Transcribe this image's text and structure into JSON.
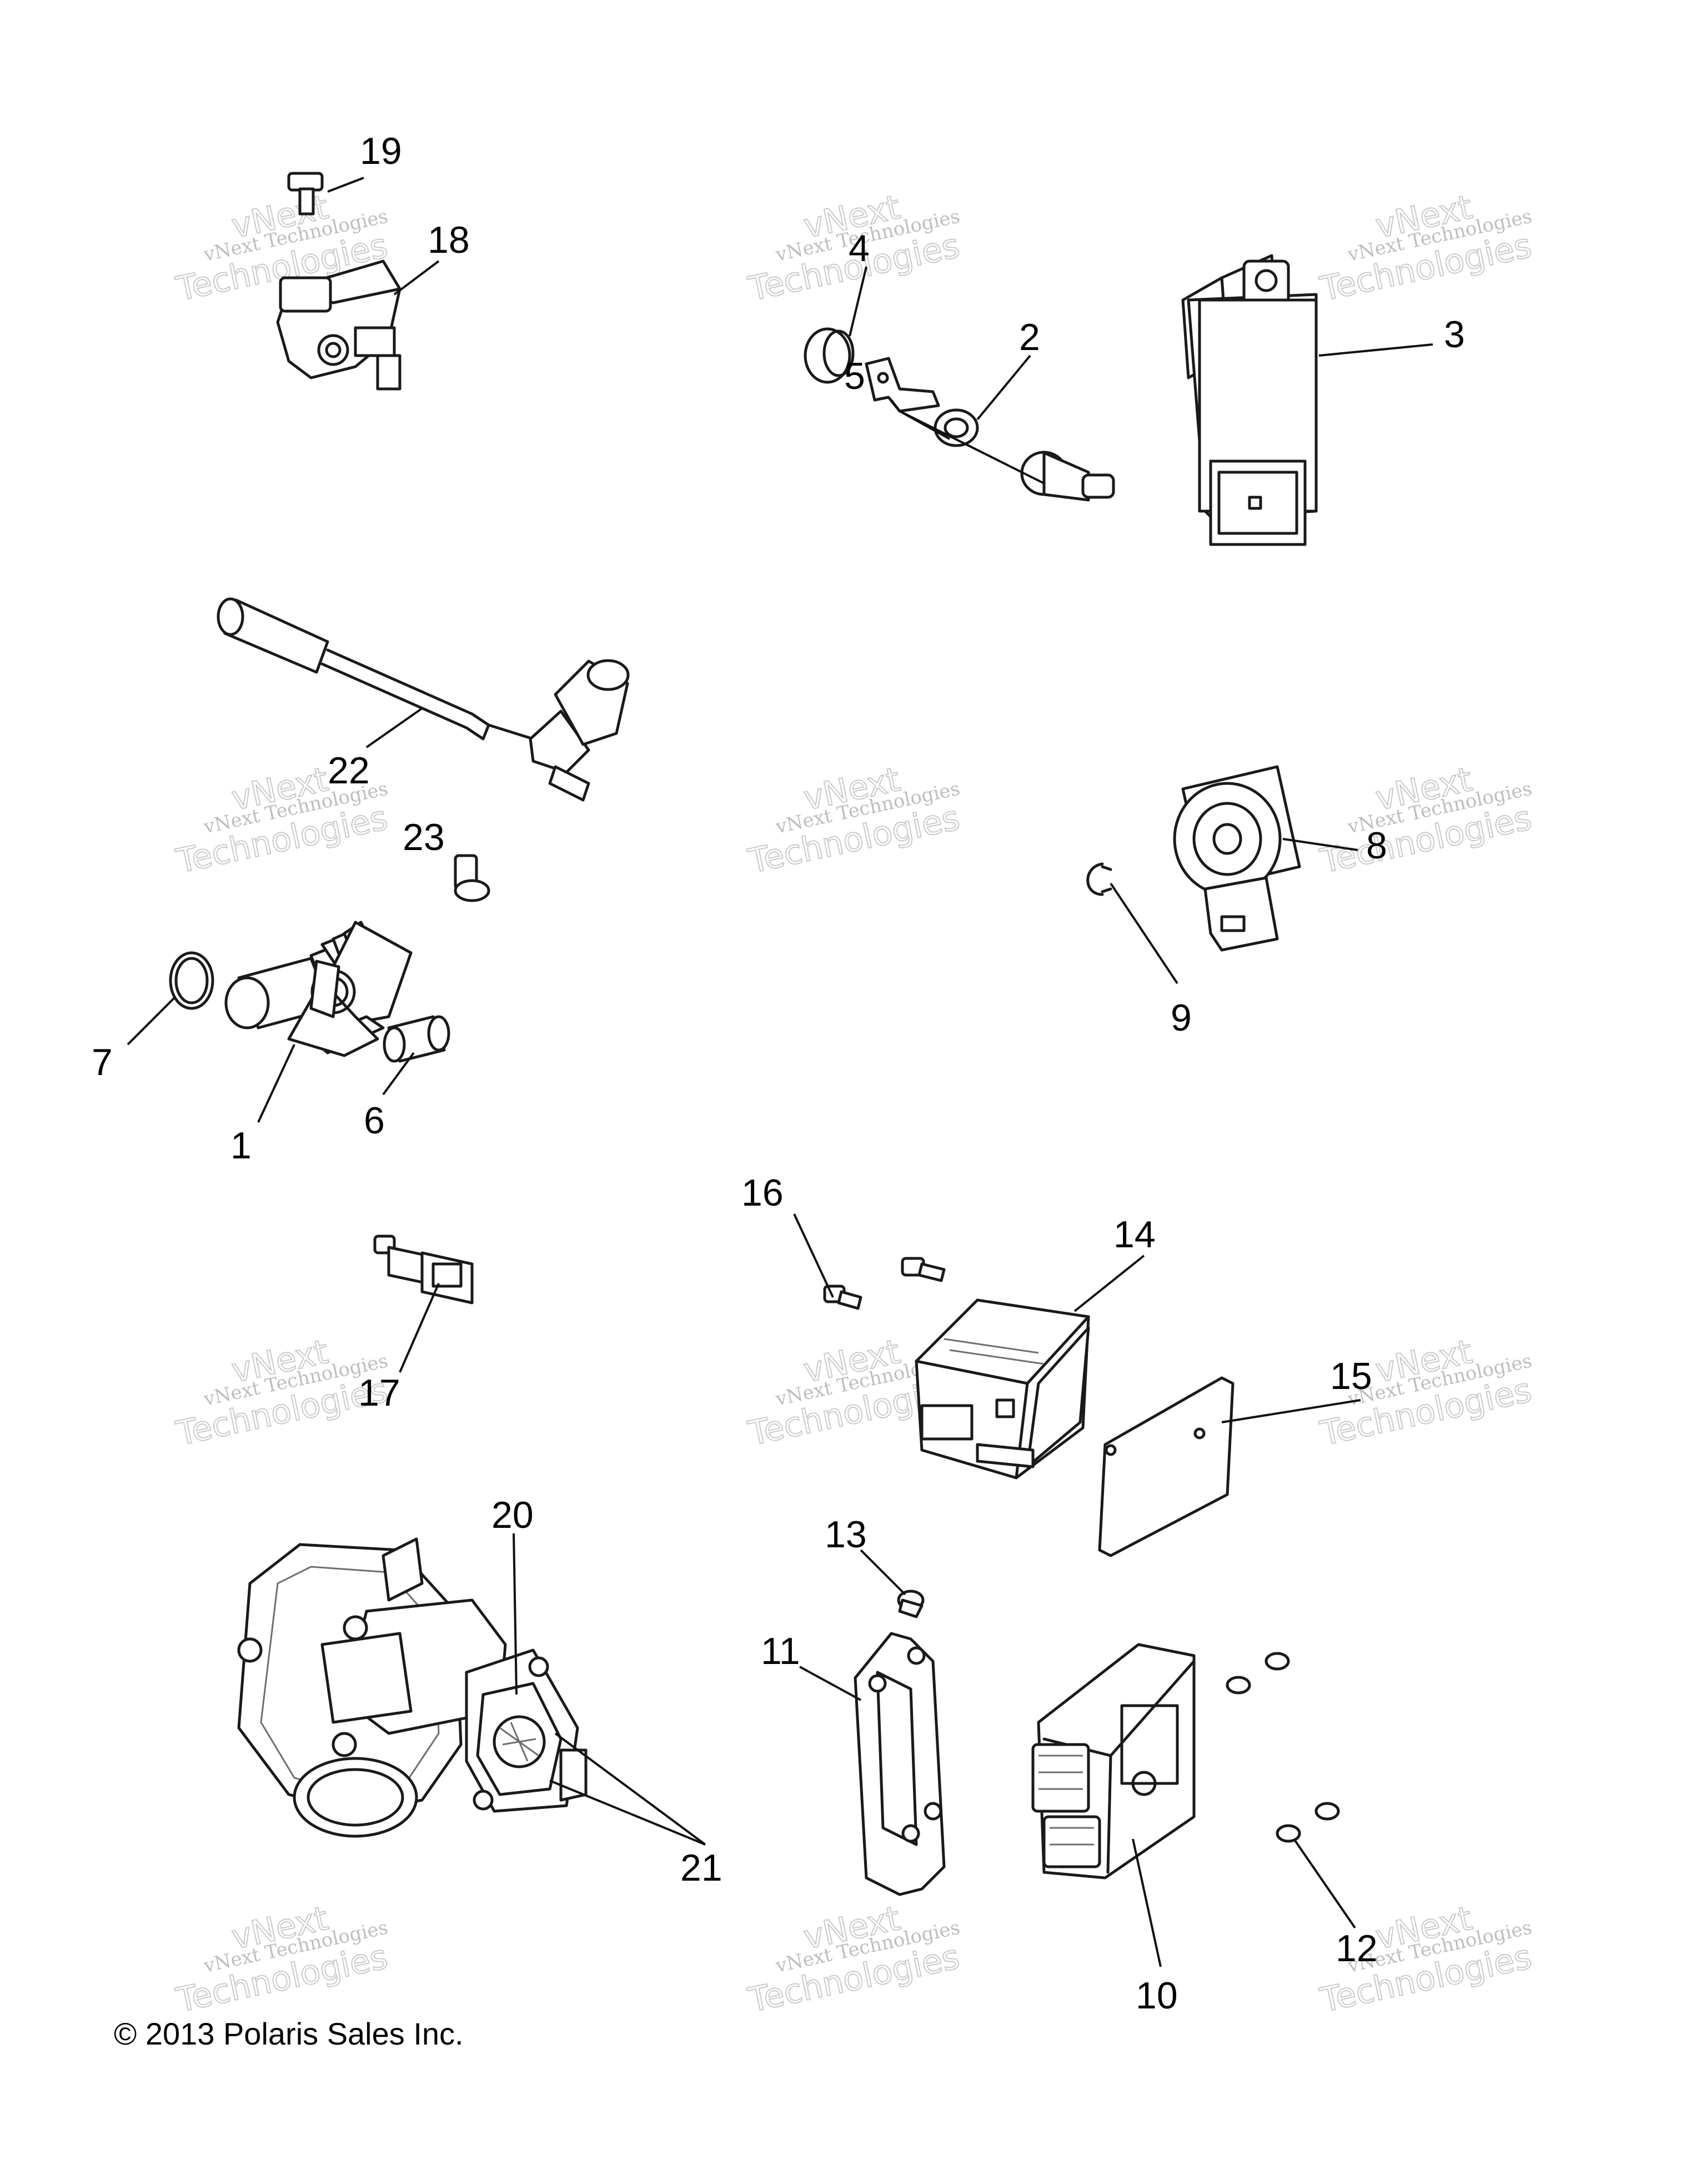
{
  "callouts": [
    {
      "id": "1",
      "text": "1"
    },
    {
      "id": "2",
      "text": "2"
    },
    {
      "id": "3",
      "text": "3"
    },
    {
      "id": "4",
      "text": "4"
    },
    {
      "id": "5",
      "text": "5"
    },
    {
      "id": "6",
      "text": "6"
    },
    {
      "id": "7",
      "text": "7"
    },
    {
      "id": "8",
      "text": "8"
    },
    {
      "id": "9",
      "text": "9"
    },
    {
      "id": "10",
      "text": "10"
    },
    {
      "id": "11",
      "text": "11"
    },
    {
      "id": "12",
      "text": "12"
    },
    {
      "id": "13",
      "text": "13"
    },
    {
      "id": "14",
      "text": "14"
    },
    {
      "id": "15",
      "text": "15"
    },
    {
      "id": "16",
      "text": "16"
    },
    {
      "id": "17",
      "text": "17"
    },
    {
      "id": "18",
      "text": "18"
    },
    {
      "id": "19",
      "text": "19"
    },
    {
      "id": "20",
      "text": "20"
    },
    {
      "id": "21",
      "text": "21"
    },
    {
      "id": "22",
      "text": "22"
    },
    {
      "id": "23",
      "text": "23"
    }
  ],
  "watermark": {
    "line1": "vNext Technologies",
    "line2": "vNext",
    "line3": "Technologies"
  },
  "copyright": "© 2013 Polaris Sales Inc."
}
